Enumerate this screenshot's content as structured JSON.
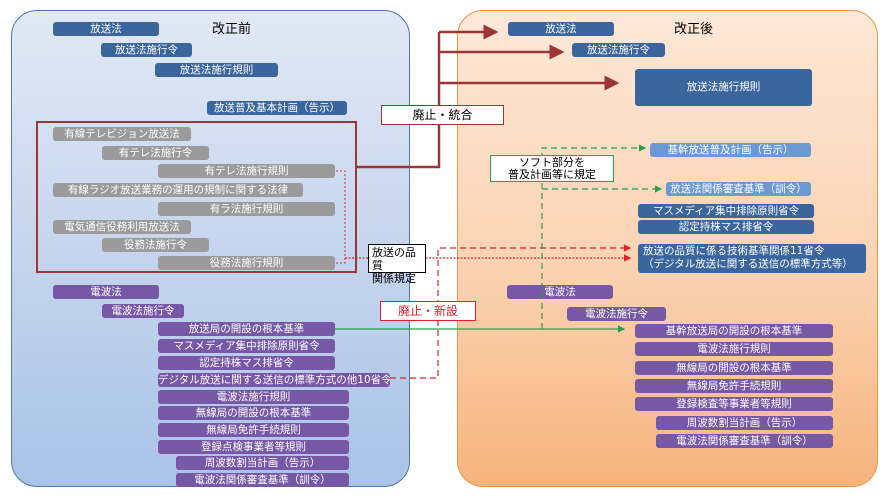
{
  "before": {
    "title": "改正前",
    "broadcast": [
      "放送法",
      "放送法施行令",
      "放送法施行規則",
      "放送普及基本計画（告示）"
    ],
    "abolished_group": [
      "有線テレビジョン放送法",
      "有テレ法施行令",
      "有テレ法施行規則",
      "有線ラジオ放送業務の運用の規制に関する法律",
      "有ラ法施行規則",
      "電気通信役務利用放送法",
      "役務法施行令",
      "役務法施行規則"
    ],
    "radio": [
      "電波法",
      "電波法施行令",
      "放送局の開設の根本基準",
      "マスメディア集中排除原則省令",
      "認定持株マス排省令",
      "デジタル放送に関する送信の標準方式の他10省令",
      "電波法施行規則",
      "無線局の開設の根本基準",
      "無線局免許手続規則",
      "登録点検事業者等規則",
      "周波数割当計画（告示）",
      "電波法関係審査基準（訓令）"
    ]
  },
  "after": {
    "title": "改正後",
    "broadcast": [
      "放送法",
      "放送法施行令",
      "放送法施行規則"
    ],
    "soft_plans": [
      "基幹放送普及計画（告示）",
      "放送法関係審査基準（訓令）"
    ],
    "ministerial": [
      "マスメディア集中排除原則省令",
      "認定持株マス排省令"
    ],
    "quality_line1": "放送の品質に係る技術基準関係11省令",
    "quality_line2": "（デジタル放送に関する送信の標準方式等）",
    "radio": [
      "電波法",
      "電波法施行令",
      "基幹放送局の開設の根本基準",
      "電波法施行規則",
      "無線局の開設の根本基準",
      "無線局免許手続規則",
      "登録検査等事業者等規則",
      "周波数割当計画（告示）",
      "電波法関係審査基準（訓令）"
    ]
  },
  "labels": {
    "merge": "廃止・統合",
    "new": "廃止・新設",
    "soft_line1": "ソフト部分を",
    "soft_line2": "普及計画等に規定",
    "quality_line1": "放送の品質",
    "quality_line2": "関係規定"
  },
  "colors": {
    "merge_arrow": "#9e3535",
    "new_arrow": "#e0202a",
    "soft_arrow": "#2aa04a",
    "blue_box": "#3b669d",
    "light_blue_box": "#6b99d2",
    "gray_box": "#9b9b9b",
    "purple_box": "#7758a6"
  }
}
